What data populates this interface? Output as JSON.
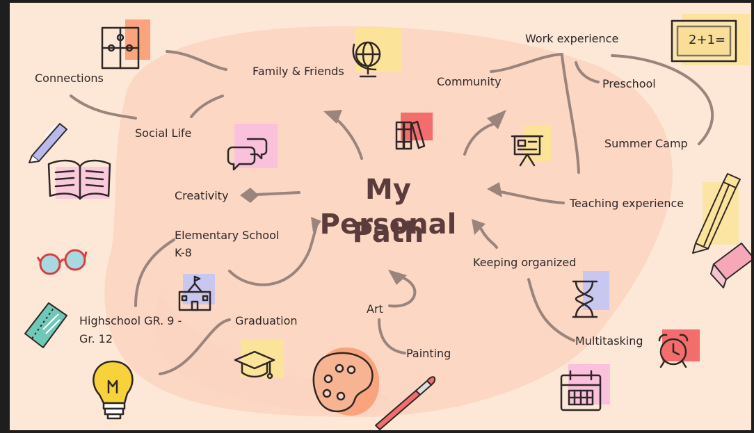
{
  "title": {
    "line1": "My Personal",
    "line2": "Path"
  },
  "nodes": {
    "connections": "Connections",
    "family_friends": "Family & Friends",
    "community": "Community",
    "work_experience": "Work experience",
    "preschool": "Preschool",
    "social_life": "Social Life",
    "summer_camp": "Summer Camp",
    "creativity": "Creativity",
    "teaching_experience": "Teaching  experience",
    "elementary_line1": "Elementary School",
    "elementary_line2": "K-8",
    "keeping_organized": "Keeping organized",
    "highschool_line1": "Highschool GR. 9 -",
    "highschool_line2": "Gr. 12",
    "graduation": "Graduation",
    "art": "Art",
    "multitasking": "Multitasking",
    "painting": "Painting"
  },
  "chalkboard": {
    "text": "2+1="
  },
  "colors": {
    "background": "#fde8d7",
    "blob": "#fbd3c1",
    "connector": "#9a847c",
    "title": "#5b3c3c",
    "pad_orange": "#f9a47d",
    "pad_yellow": "#fce39a",
    "pad_pink": "#f9c1dc",
    "pad_red": "#f36d6d",
    "pad_lavender": "#c7c7f0"
  },
  "icons": [
    "puzzle-icon",
    "globe-icon",
    "books-icon",
    "chalkboard-icon",
    "pen-icon",
    "open-book-icon",
    "chat-bubbles-icon",
    "presentation-board-icon",
    "pencil-icon",
    "eraser-icon",
    "glasses-icon",
    "school-building-icon",
    "hourglass-icon",
    "notebook-icon",
    "alarm-clock-icon",
    "light-bulb-icon",
    "graduation-cap-icon",
    "paint-palette-icon",
    "paintbrush-icon",
    "calendar-icon"
  ]
}
